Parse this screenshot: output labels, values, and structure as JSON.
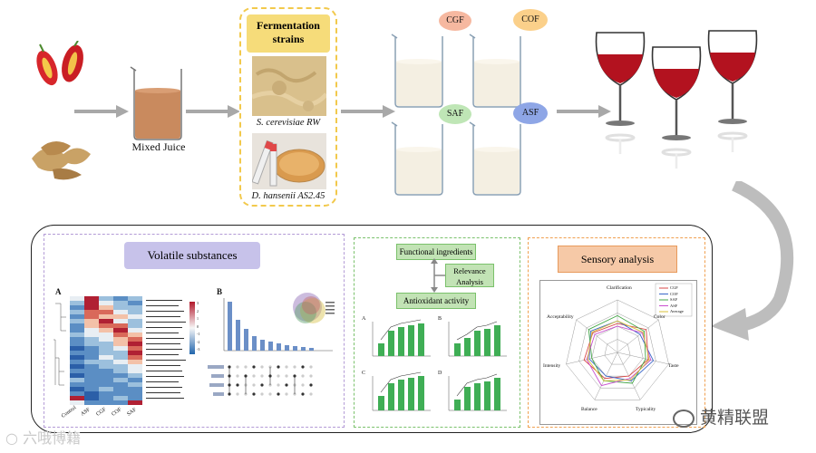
{
  "flow": {
    "mixed_juice": "Mixed Juice",
    "strains_title": "Fermentation strains",
    "strain1": "S. cerevisiae RW",
    "strain2": "D. hansenii AS2.45",
    "badges": [
      "CGF",
      "COF",
      "SAF",
      "ASF"
    ],
    "badge_colors": [
      "#f6b8a0",
      "#fbd08a",
      "#bfe6b6",
      "#8ea6e6"
    ]
  },
  "volatile": {
    "title": "Volatile substances",
    "label_a": "A",
    "label_b": "B",
    "heatmap_cols": [
      "Control",
      "ASF",
      "CGF",
      "COF",
      "SAF"
    ],
    "legend_ticks": [
      "3",
      "2",
      "1",
      "0",
      "-1",
      "-2",
      "-3"
    ]
  },
  "functional": {
    "box1": "Functional ingredients",
    "box2": "Relevance Analysis",
    "box3": "Antioxidant activity",
    "panels": [
      "A",
      "B",
      "C",
      "D"
    ]
  },
  "sensory": {
    "title": "Sensory analysis",
    "axes": [
      "Clarification",
      "Color",
      "Taste",
      "Typicality",
      "Balance",
      "Intensity",
      "Acceptability"
    ],
    "legend": [
      "CGF",
      "COF",
      "SAF",
      "ASF",
      "Average"
    ],
    "series_colors": [
      "#d94a4a",
      "#3a66c8",
      "#46a84a",
      "#c94fd0",
      "#d9c23a"
    ]
  },
  "watermark": {
    "left": "六哦博籍",
    "right": "黄精联盟"
  }
}
